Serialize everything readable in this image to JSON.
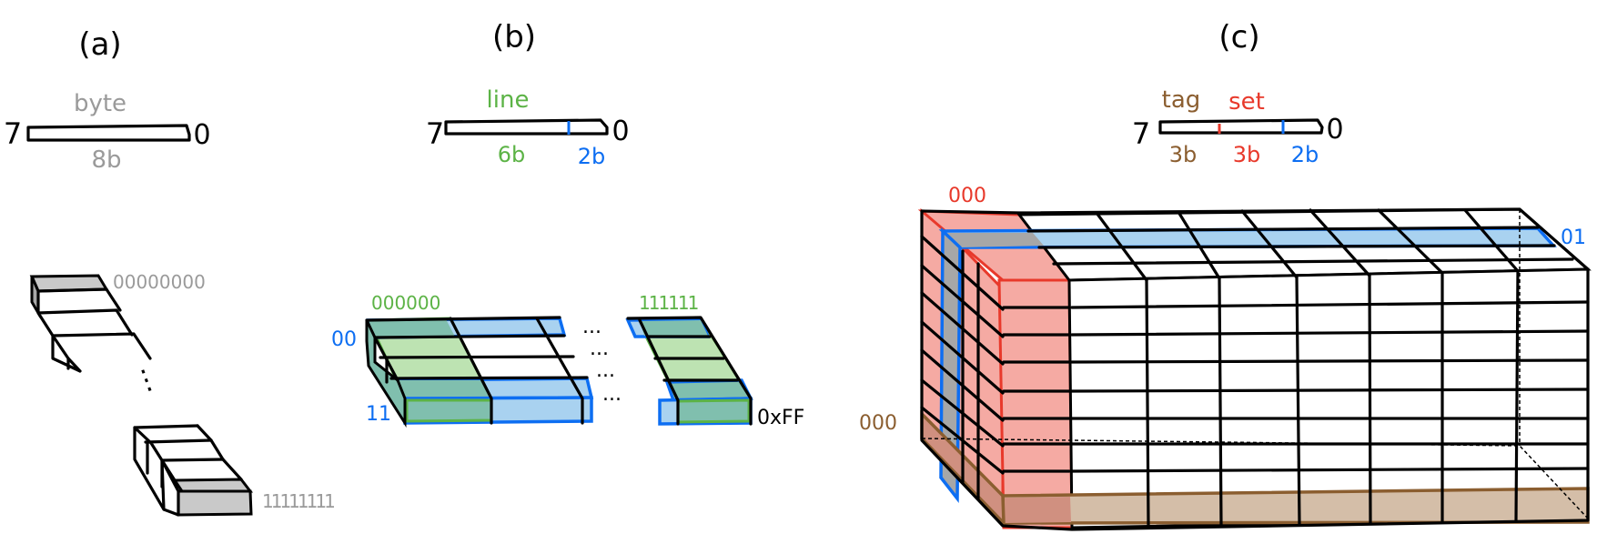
{
  "colors": {
    "black": "#000000",
    "gray": "#9a9a9a",
    "gray_fill": "#c9c9c9",
    "gray_dark": "#a7a7a7",
    "green": "#5cb346",
    "green_fill": "#bde3b2",
    "teal_fill": "#80bfae",
    "blue": "#0d6ef2",
    "blue_fill": "#a9d2f0",
    "red": "#e8392b",
    "red_fill": "#f5aaa3",
    "brown": "#8b5e30",
    "brown_fill": "#d4bea8",
    "brown_red_fill": "#d09080"
  },
  "panels": {
    "a": {
      "title": "(a)",
      "bit_high": "7",
      "bit_low": "0",
      "field_label": "byte",
      "field_size": "8b",
      "first_addr": "00000000",
      "ellipsis": "⋮",
      "last_addr": "11111111"
    },
    "b": {
      "title": "(b)",
      "bit_high": "7",
      "bit_low": "0",
      "line_label": "line",
      "line_size": "6b",
      "offset_size": "2b",
      "first_line": "000000",
      "last_line": "111111",
      "first_offset": "00",
      "last_offset": "11",
      "end_addr": "0xFF",
      "ellipsis": "..."
    },
    "c": {
      "title": "(c)",
      "bit_high": "7",
      "bit_low": "0",
      "tag_label": "tag",
      "set_label": "set",
      "tag_size": "3b",
      "set_size": "3b",
      "offset_size": "2b",
      "set_index": "000",
      "tag_index": "000",
      "offset_index": "01"
    }
  }
}
